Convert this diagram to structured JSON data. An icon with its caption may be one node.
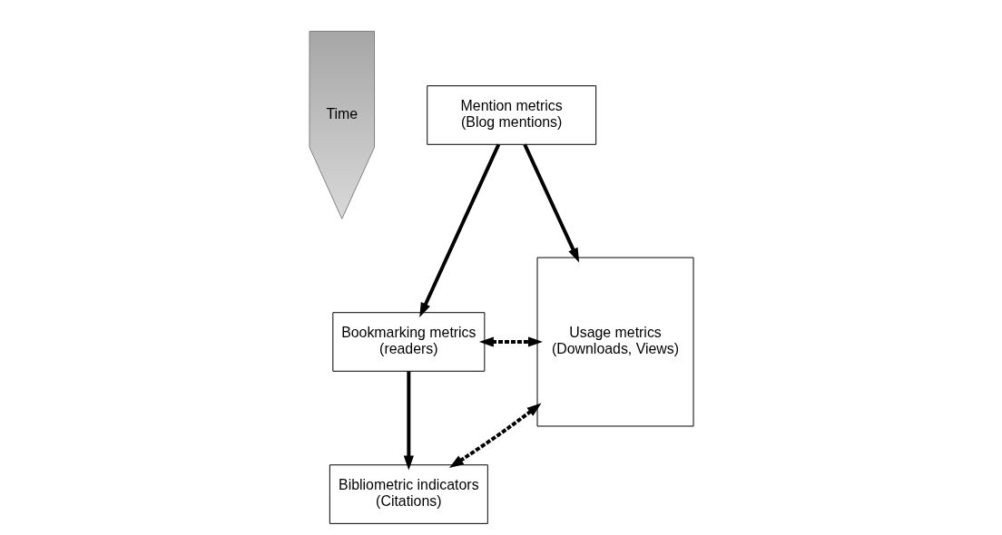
{
  "diagram": {
    "nodes": [
      {
        "text": [
          "Time"
        ]
      },
      {
        "text": [
          "Mention metrics",
          "(Blog mentions)"
        ]
      },
      {
        "text": [
          "Bookmarking metrics",
          "(readers)"
        ]
      },
      {
        "text": [
          "Usage metrics",
          "(Downloads, Views)"
        ]
      },
      {
        "text": [
          "Bibliometric indicators",
          "(Citations)"
        ]
      }
    ],
    "edges": [
      {
        "from": 1,
        "to": 2,
        "arrow": "to"
      },
      {
        "from": 1,
        "to": 3,
        "arrow": "to"
      },
      {
        "from": 2,
        "to": 3,
        "arrow": "both",
        "style": "dashed"
      },
      {
        "from": 2,
        "to": 4,
        "arrow": "to"
      },
      {
        "from": 4,
        "to": 3,
        "arrow": "both",
        "style": "dashed"
      }
    ]
  }
}
